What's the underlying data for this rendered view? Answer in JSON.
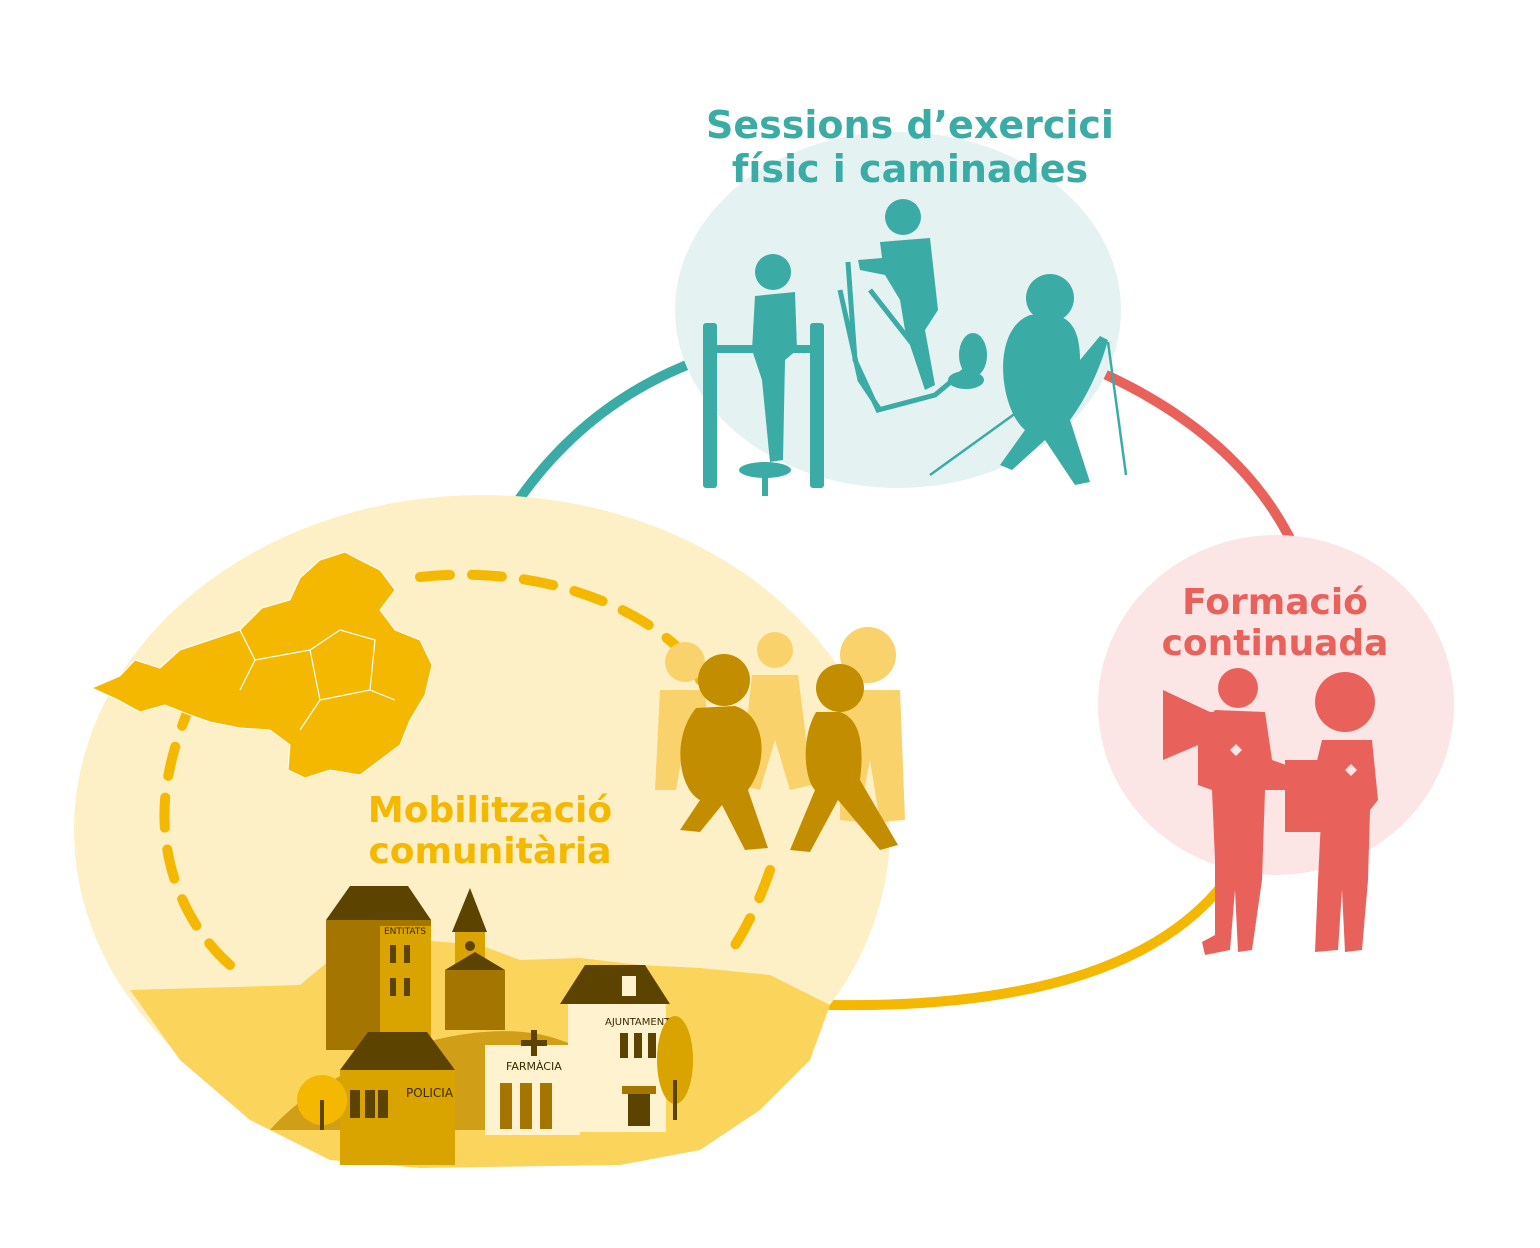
{
  "nodes": {
    "exercise": {
      "title": "Sessions d’exercici\nfísic i caminades",
      "color": "#3aaba5",
      "bg": "#e5f2f2"
    },
    "training": {
      "title": "Formació\ncontinuada",
      "color": "#e9615b",
      "bg": "#fbe5e5"
    },
    "community": {
      "title": "Mobilització\ncomunitària",
      "color": "#f4b800",
      "bg": "#fdf0c6"
    }
  },
  "buildings": {
    "entitats": "ENTITATS",
    "policia": "POLICIA",
    "farmacia": "FARMÀCIA",
    "ajuntament": "AJUNTAMENT"
  },
  "icons": [
    "street-workout-person-icon",
    "elliptical-trainer-person-icon",
    "nordic-walking-person-icon",
    "megaphone-trainer-icon",
    "trainee-with-clipboard-icon",
    "region-map-icon",
    "walking-group-icon",
    "town-buildings-icon"
  ]
}
